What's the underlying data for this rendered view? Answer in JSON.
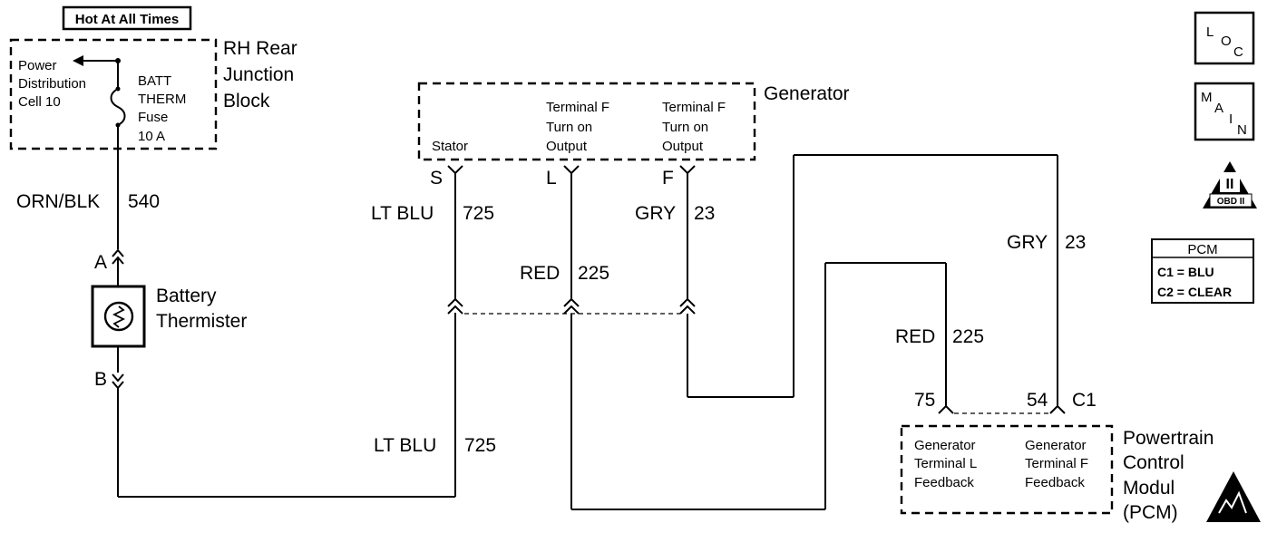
{
  "hot_label": "Hot At All Times",
  "junction_block": {
    "name": [
      "RH Rear",
      "Junction",
      "Block"
    ],
    "power_label": [
      "Power",
      "Distribution",
      "Cell 10"
    ],
    "fuse_label": [
      "BATT",
      "THERM",
      "Fuse",
      "10 A"
    ]
  },
  "generator": {
    "name": "Generator",
    "stator_label": "Stator",
    "terminal_l_label": [
      "Terminal F",
      "Turn on",
      "Output"
    ],
    "terminal_f_label": [
      "Terminal F",
      "Turn on",
      "Output"
    ],
    "pin_s": "S",
    "pin_l": "L",
    "pin_f": "F"
  },
  "wires": {
    "orn_blk": {
      "color": "ORN/BLK",
      "circuit": "540"
    },
    "lt_blu_upper": {
      "color": "LT BLU",
      "circuit": "725"
    },
    "lt_blu_lower": {
      "color": "LT BLU",
      "circuit": "725"
    },
    "red_upper": {
      "color": "RED",
      "circuit": "225"
    },
    "red_lower": {
      "color": "RED",
      "circuit": "225"
    },
    "gry_upper": {
      "color": "GRY",
      "circuit": "23"
    },
    "gry_right": {
      "color": "GRY",
      "circuit": "23"
    }
  },
  "thermistor": {
    "name": [
      "Battery",
      "Thermister"
    ],
    "pin_a": "A",
    "pin_b": "B"
  },
  "pcm": {
    "pin_75": "75",
    "pin_54": "54",
    "connector": "C1",
    "name": [
      "Powertrain",
      "Control",
      "Modul",
      "(PCM)"
    ],
    "feedback_l": [
      "Generator",
      "Terminal L",
      "Feedback"
    ],
    "feedback_f": [
      "Generator",
      "Terminal F",
      "Feedback"
    ]
  },
  "legend": {
    "title": "PCM",
    "c1": "C1 = BLU",
    "c2": "C2 = CLEAR"
  },
  "icons": {
    "loc": {
      "l": "L",
      "o": "O",
      "c": "C"
    },
    "main": {
      "m": "M",
      "a": "A",
      "i": "I",
      "n": "N"
    },
    "obd": {
      "mark": "II",
      "label": "OBD II"
    }
  }
}
